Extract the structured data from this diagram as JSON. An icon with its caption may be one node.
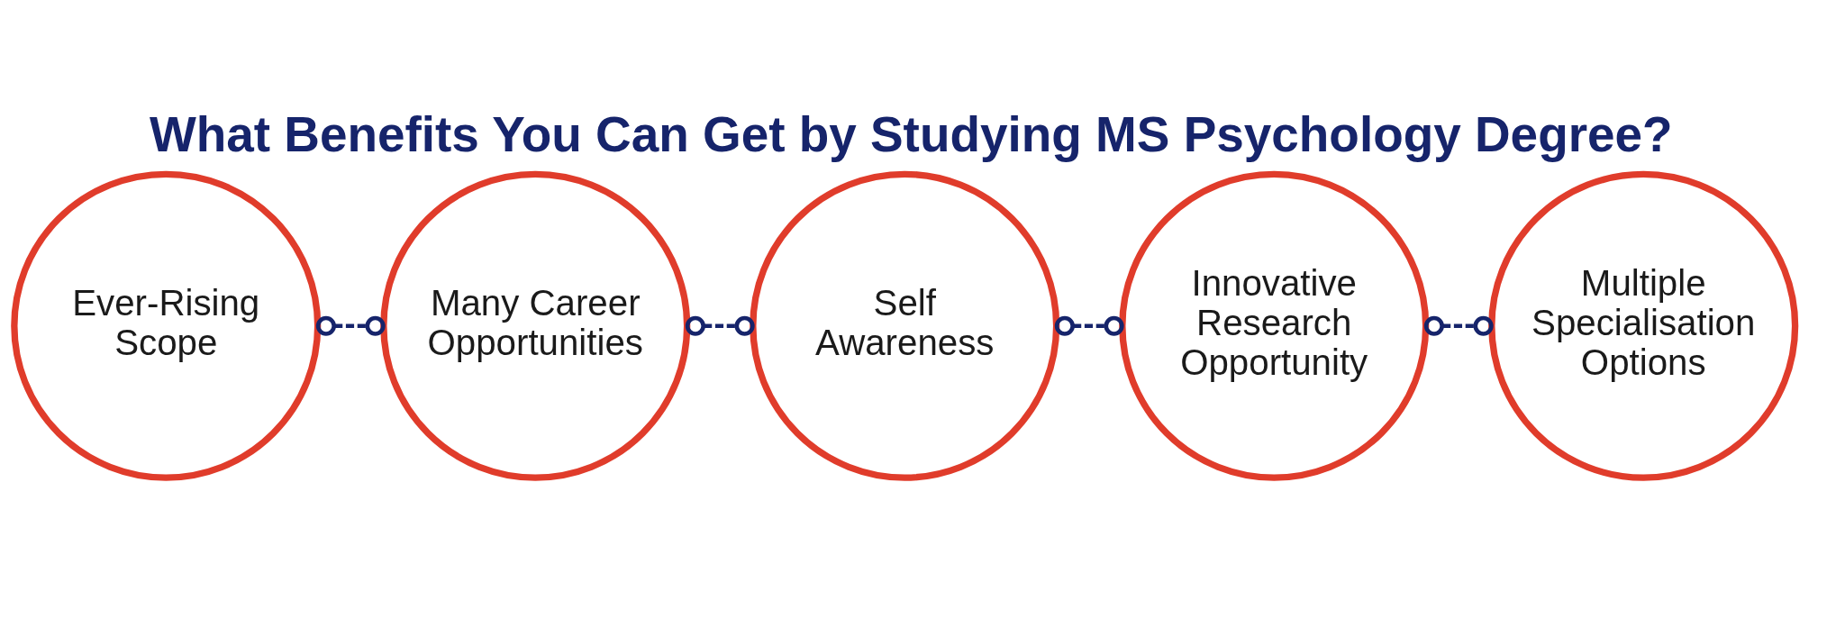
{
  "diagram": {
    "title": "What Benefits You Can Get by Studying MS Psychology Degree?",
    "nodes": [
      {
        "text": [
          "Ever-Rising Scope"
        ]
      },
      {
        "text": [
          "Many Career Opportunities"
        ]
      },
      {
        "text": [
          "Self Awareness"
        ]
      },
      {
        "text": [
          "Innovative Research Opportunity"
        ]
      },
      {
        "text": [
          "Multiple Specialisation Options"
        ]
      }
    ],
    "edges": [
      {
        "from": 0,
        "to": 1,
        "arrow": "other",
        "style": "dashed"
      },
      {
        "from": 1,
        "to": 2,
        "arrow": "other",
        "style": "dashed"
      },
      {
        "from": 2,
        "to": 3,
        "arrow": "other",
        "style": "dashed"
      },
      {
        "from": 3,
        "to": 4,
        "arrow": "other",
        "style": "dashed"
      }
    ]
  }
}
